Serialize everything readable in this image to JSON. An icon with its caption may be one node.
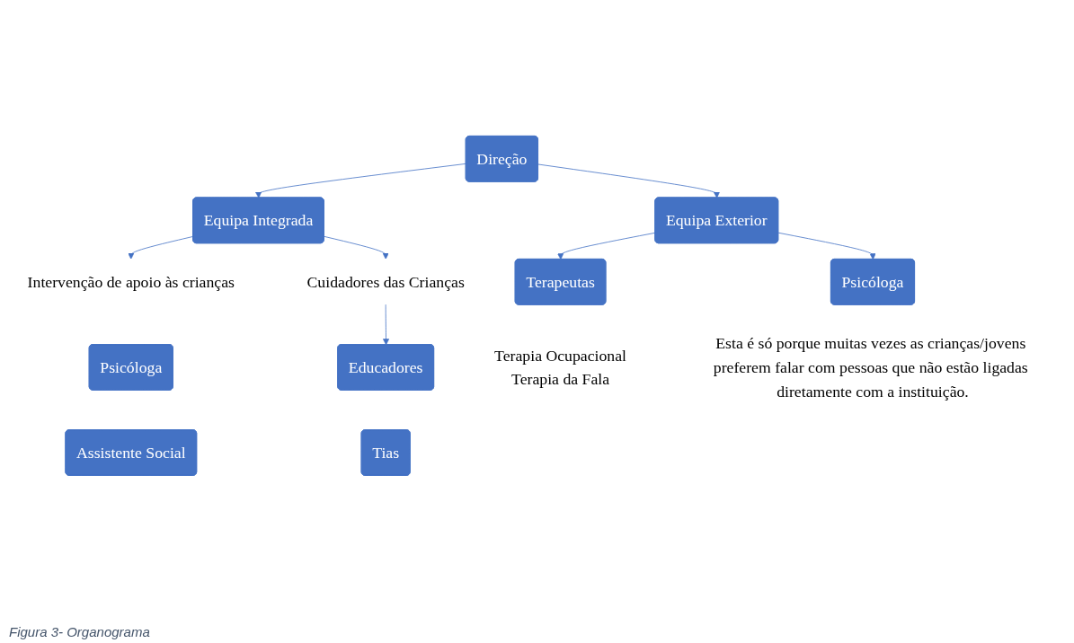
{
  "diagram": {
    "caption": "Figura 3- Organograma",
    "nodes": [
      {
        "text": [
          "Direção"
        ]
      },
      {
        "text": [
          "Equipa Integrada"
        ]
      },
      {
        "text": [
          "Equipa Exterior"
        ]
      },
      {
        "text": [
          "Intervenção de apoio às crianças"
        ]
      },
      {
        "text": [
          "Cuidadores das Crianças"
        ]
      },
      {
        "text": [
          "Psicóloga"
        ]
      },
      {
        "text": [
          "Assistente Social"
        ]
      },
      {
        "text": [
          "Educadores"
        ]
      },
      {
        "text": [
          "Tias"
        ]
      },
      {
        "text": [
          "Terapeutas"
        ],
        "beside": [
          "Terapia Ocupacional",
          "Terapia da Fala"
        ]
      },
      {
        "text": [
          "Psicóloga"
        ],
        "beside": [
          "Esta é só porque muitas vezes as crianças/jovens preferem falar com pessoas que não estão ligadas diretamente com a instituição."
        ]
      }
    ],
    "edges": [
      {
        "from": 0,
        "to": 1,
        "arrow": "to"
      },
      {
        "from": 0,
        "to": 2,
        "arrow": "to"
      },
      {
        "from": 1,
        "to": 3,
        "arrow": "to"
      },
      {
        "from": 1,
        "to": 4,
        "arrow": "to"
      },
      {
        "from": 4,
        "to": 7,
        "arrow": "to"
      },
      {
        "from": 2,
        "to": 9,
        "arrow": "to"
      },
      {
        "from": 2,
        "to": 10,
        "arrow": "to"
      }
    ]
  }
}
